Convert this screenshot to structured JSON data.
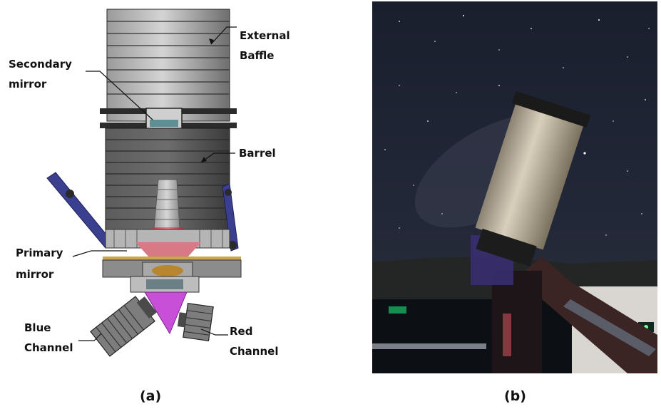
{
  "panel_a": {
    "caption": "(a)",
    "labels": {
      "external_baffle_line1": "External",
      "external_baffle_line2": "Baffle",
      "secondary_mirror_line1": "Secondary",
      "secondary_mirror_line2": "mirror",
      "barrel": "Barrel",
      "primary_mirror_line1": "Primary",
      "primary_mirror_line2": "mirror",
      "blue_channel_line1": "Blue",
      "blue_channel_line2": "Channel",
      "red_channel_line1": "Red",
      "red_channel_line2": "Channel"
    }
  },
  "panel_b": {
    "caption": "(b)"
  },
  "colors": {
    "baffle_light": "#bdbdbd",
    "baffle_dark": "#3a3a3a",
    "barrel": "#4a4a4a",
    "primary_base": "#7a7a7a",
    "blue_arm": "#3b3f8f",
    "red_cone": "#c84a58",
    "magenta_prism": "#c84fd8",
    "night_sky": "#141824"
  }
}
